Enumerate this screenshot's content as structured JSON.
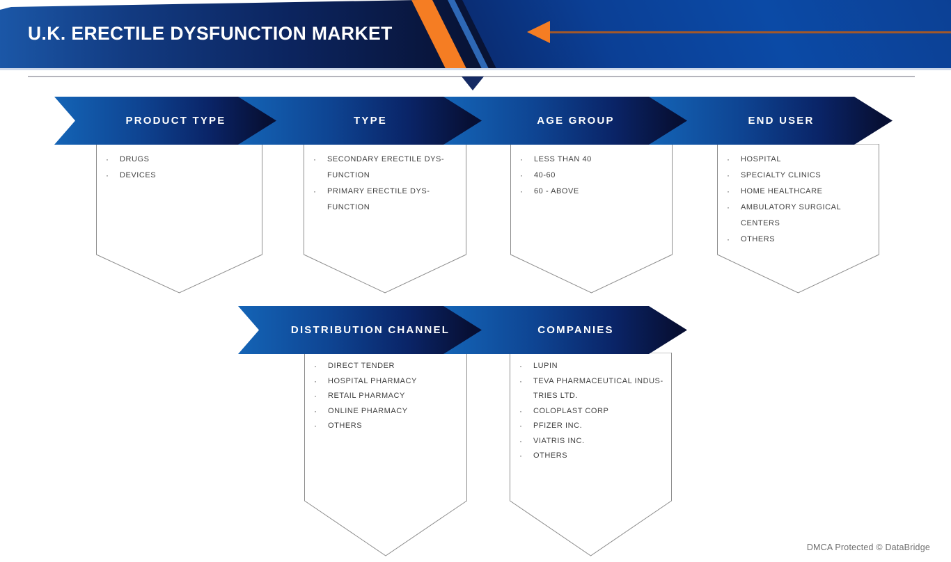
{
  "header": {
    "title": "U.K. ERECTILE DYSFUNCTION MARKET"
  },
  "segments": [
    {
      "label": "PRODUCT TYPE",
      "items": [
        "DRUGS",
        "DEVICES"
      ]
    },
    {
      "label": "TYPE",
      "items": [
        "SECONDARY ERECTILE DYS-\nFUNCTION",
        "PRIMARY ERECTILE DYS-\nFUNCTION"
      ]
    },
    {
      "label": "AGE GROUP",
      "items": [
        "LESS THAN 40",
        "40-60",
        "60 - ABOVE"
      ]
    },
    {
      "label": "END USER",
      "items": [
        "HOSPITAL",
        "SPECIALTY CLINICS",
        "HOME HEALTHCARE",
        "AMBULATORY SURGICAL\nCENTERS",
        "OTHERS"
      ]
    },
    {
      "label": "DISTRIBUTION CHANNEL",
      "items": [
        "DIRECT TENDER",
        "HOSPITAL PHARMACY",
        "RETAIL PHARMACY",
        "ONLINE PHARMACY",
        "OTHERS"
      ]
    },
    {
      "label": "COMPANIES",
      "items": [
        "LUPIN",
        "TEVA PHARMACEUTICAL INDUS-\nTRIES LTD.",
        "COLOPLAST CORP",
        "PFIZER INC.",
        "VIATRIS INC.",
        "OTHERS"
      ]
    }
  ],
  "footer": {
    "watermark": "DMCA Protected © DataBridge"
  },
  "icons": {
    "back-arrow-icon": "orange left-pointing triangle with trailing line",
    "down-arrow-icon": "navy downward triangle",
    "bullet-dot-icon": "small middle-dot list marker"
  },
  "colors": {
    "accent_orange": "#f57d23",
    "banner_blue": "#1464b6",
    "banner_navy": "#070f33",
    "header_royal_blue": "#0b4aa6",
    "arrow_line": "#a2582a",
    "divider_gray": "#b5b5bc",
    "box_border_gray": "#8c8c8c",
    "item_text_gray": "#3f3f3f",
    "watermark_gray": "#6e6e6e"
  }
}
